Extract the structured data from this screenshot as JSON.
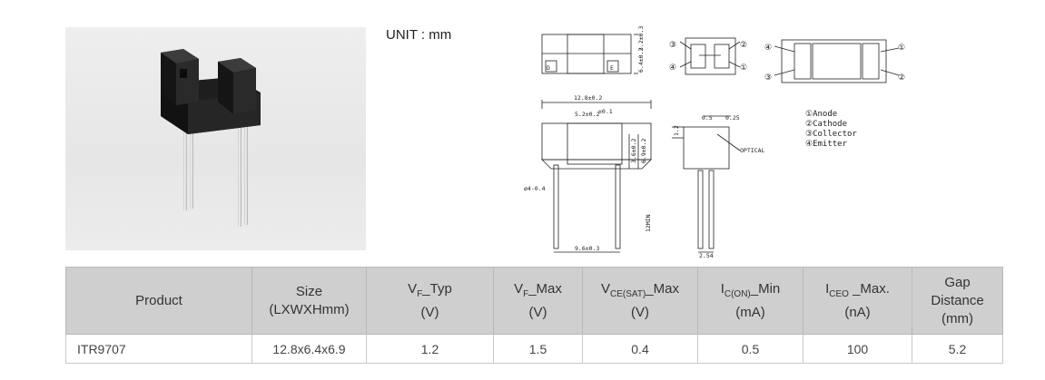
{
  "unit_label": "UNIT : mm",
  "drawing": {
    "pin_labels": [
      "①",
      "②",
      "③",
      "④"
    ],
    "letters": [
      "D",
      "E"
    ],
    "dims": {
      "width": "12.8±0.2",
      "slot": "5.2±0.2",
      "slot_tol": "±0.1",
      "top_height": "3.2±0.3",
      "depth": "6.4±0.2",
      "height_inner": "3.6±0.2",
      "height_total": "6.9±0.2",
      "lead_dia": "ø4-0.4",
      "lead_len": "12MIN",
      "pitch": "9.6±0.3",
      "lead_width": "0.5",
      "lead_thk": "0.25",
      "offset": "1.2",
      "lead_spacing": "2.54"
    },
    "optical_label": "OPTICAL",
    "legend": [
      "①Anode",
      "②Cathode",
      "③Collector",
      "④Emitter"
    ]
  },
  "table": {
    "headers": [
      {
        "l1": "Product"
      },
      {
        "l1": "Size",
        "l2": "(LXWXHmm)"
      },
      {
        "main": "V",
        "sub": "F",
        "rest": "_Typ",
        "l2": "(V)"
      },
      {
        "main": "V",
        "sub": "F",
        "rest": "_Max",
        "l2": "(V)"
      },
      {
        "main": "V",
        "sub": "CE(SAT)",
        "rest": "_Max",
        "l2": "(V)"
      },
      {
        "main": "I",
        "sub": "C(ON)",
        "rest": "_Min",
        "l2": "(mA)"
      },
      {
        "main": "I",
        "sub": "CEO",
        "rest": " _Max.",
        "l2": "(nA)"
      },
      {
        "l1": "Gap",
        "l2": "Distance",
        "l3": "(mm)"
      }
    ],
    "row": [
      "ITR9707",
      "12.8x6.4x6.9",
      "1.2",
      "1.5",
      "0.4",
      "0.5",
      "100",
      "5.2"
    ]
  }
}
